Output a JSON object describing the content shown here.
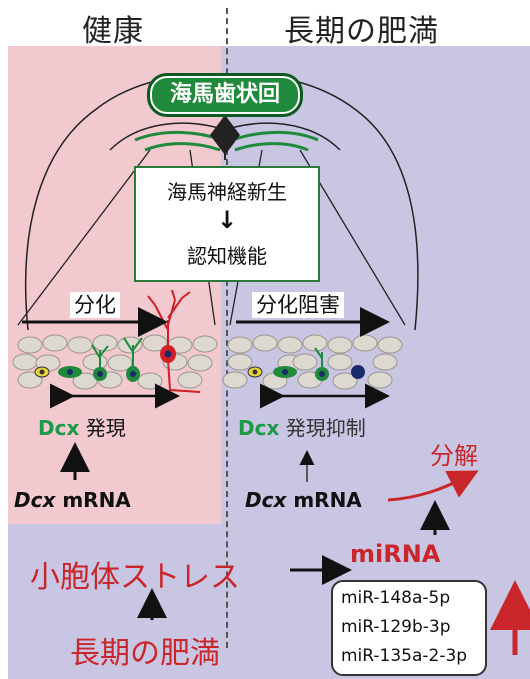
{
  "header": {
    "left": "健康",
    "right": "長期の肥満"
  },
  "dentate_gyrus": "海馬歯状回",
  "box": {
    "line1": "海馬神経新生",
    "arrow": "↓",
    "line2": "認知機能"
  },
  "left": {
    "differentiation": "分化",
    "dcx": "Dcx",
    "expression": "発現",
    "dcx_mrna_gene": "Dcx",
    "dcx_mrna_suffix": " mRNA"
  },
  "right": {
    "differentiation": "分化阻害",
    "dcx": "Dcx",
    "expression": "発現抑制",
    "dcx_mrna_gene": "Dcx",
    "dcx_mrna_suffix": " mRNA",
    "degradation": "分解"
  },
  "bottom": {
    "er_stress": "小胞体ストレス",
    "obesity": "長期の肥満",
    "mirna": "miRNA"
  },
  "mirnas": [
    "miR-148a-5p",
    "miR-129b-3p",
    "miR-135a-2-3p"
  ],
  "colors": {
    "left_bg": "#f3c9d0",
    "right_bg": "#c9c6e4",
    "green": "#1c9a48",
    "red": "#c8262a"
  }
}
